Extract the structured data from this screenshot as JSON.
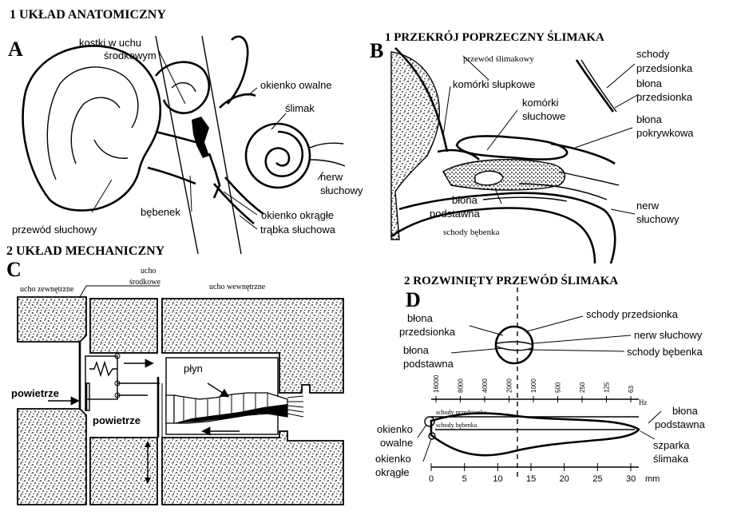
{
  "sectionA": {
    "heading": "1 UKŁAD ANATOMICZNY",
    "letter": "A",
    "labels": {
      "ossicles_line1": "kostki w uchu",
      "ossicles_line2": "środkowym",
      "oval_window": "okienko owalne",
      "cochlea": "ślimak",
      "nerve_line1": "nerw",
      "nerve_line2": "słuchowy",
      "eardrum": "bębenek",
      "round_window": "okienko okrągłe",
      "ear_canal": "przewód słuchowy",
      "eustachian": "trąbka słuchowa"
    }
  },
  "sectionB": {
    "heading": "1 PRZEKRÓJ POPRZECZNY ŚLIMAKA",
    "letter": "B",
    "labels": {
      "cochlear_duct": "przewód ślimakowy",
      "vestibuli_line1": "schody",
      "vestibuli_line2": "przedsionka",
      "pillar_cells": "komórki słupkowe",
      "reissner_line1": "błona",
      "reissner_line2": "przedsionka",
      "hair_line1": "komórki",
      "hair_line2": "słuchowe",
      "tectorial_line1": "błona",
      "tectorial_line2": "pokrywkowa",
      "basilar_line1": "błona",
      "basilar_line2": "podstawna",
      "nerve_line1": "nerw",
      "nerve_line2": "słuchowy",
      "tympani": "schody bębenka"
    }
  },
  "sectionC": {
    "heading": "2 UKŁAD MECHANICZNY",
    "letter": "C",
    "labels": {
      "outer_ear": "ucho zewnętrzne",
      "middle_ear_line1": "ucho",
      "middle_ear_line2": "środkowe",
      "inner_ear": "ucho wewnętrzne",
      "air_left": "powietrze",
      "air_center": "powietrze",
      "fluid": "płyn"
    }
  },
  "sectionD": {
    "heading": "2 ROZWINIĘTY PRZEWÓD ŚLIMAKA",
    "letter": "D",
    "labels": {
      "reissner_line1": "błona",
      "reissner_line2": "przedsionka",
      "vestibuli": "schody przedsionka",
      "nerve": "nerw słuchowy",
      "basilar_line1": "błona",
      "basilar_line2": "podstawna",
      "tympani": "schody bębenka",
      "basilar_right_line1": "błona",
      "basilar_right_line2": "podstawna",
      "oval_line1": "okienko",
      "oval_line2": "owalne",
      "helicotrema_line1": "szparka",
      "helicotrema_line2": "ślimaka",
      "round_line1": "okienko",
      "round_line2": "okrągłe",
      "inner_vestibuli": "schody przedsionka",
      "inner_tympani": "schody bębenka",
      "hz_unit": "Hz",
      "mm_unit": "mm"
    },
    "freq_ticks": [
      "16000",
      "8000",
      "4000",
      "2000",
      "1000",
      "500",
      "250",
      "125",
      "63"
    ],
    "mm_ticks": [
      "0",
      "5",
      "10",
      "15",
      "20",
      "25",
      "30"
    ]
  }
}
